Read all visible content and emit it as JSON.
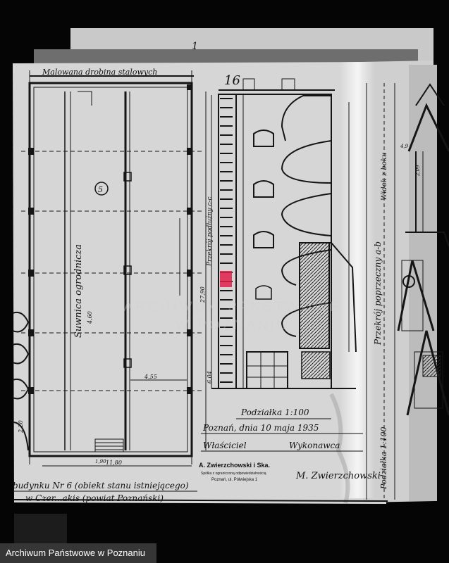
{
  "sheet_number": "16",
  "folder_mark": "1",
  "section_number": "5",
  "annotations": {
    "roof_header": "Malowana drobina stalowych",
    "crane_beam": "Suwnica ogrodnicza",
    "cross_section_vertical": "Przekrój podłużny c-c",
    "side_section": "Przekrój poprzeczny a-b",
    "side_title": "Widok z boku",
    "scale_main": "Podziałka 1:100",
    "scale_side": "Podziałka 1:100",
    "place_date": "Poznań, dnia 10 maja 1935",
    "owner_label": "Właściciel",
    "contractor_label": "Wykonawca",
    "signature": "M. Zwierzchowski",
    "building_title": "budynku Nr 6 (obiekt stanu istniejącego)",
    "location_line": "w Czer...akis (powiat Poznański)"
  },
  "stamp": {
    "company": "A. Zwierzchowski i Ska.",
    "line2": "Spółka z ograniczoną odpowiedzialnością",
    "line3": "Poznań, ul. Półwiejska 1"
  },
  "dimensions": {
    "d1": "4,55",
    "d2": "11,80",
    "d3": "4,60",
    "d4": "27,90",
    "d5": "6,04",
    "d6": "2,20",
    "d7": "1,90",
    "d8": "2,09",
    "d9": "4,9"
  },
  "watermark": {
    "line1": "ARCHIWUM PAŃSTWOWE",
    "line2": "W POZNANIU"
  },
  "archive_caption": "Archiwum Państwowe w Poznaniu",
  "colors": {
    "accent_red": "#e0204a",
    "paper": "#d8d8d8",
    "background": "#050505"
  }
}
